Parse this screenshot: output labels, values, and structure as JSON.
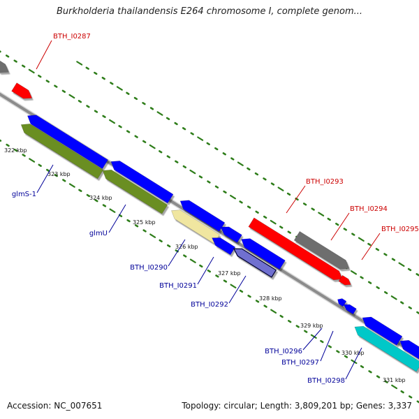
{
  "title": "Burkholderia thailandensis E264 chromosome I, complete genom...",
  "footer": {
    "accession": "Accession: NC_007651",
    "topology": "Topology: circular; Length: 3,809,201 bp; Genes: 3,337"
  },
  "colors": {
    "backbone": "#8c8c8c",
    "tick": "#2e7d1a",
    "forward_gene": "#ff0000",
    "forward_pseudo": "#6e6e6e",
    "reverse_gene": "#0000ff",
    "operon": "#6b8e23",
    "pale": "#f0e6a0",
    "rrna": "#00c8c8",
    "lavender": "#7070d0",
    "label_red": "#cc0000",
    "label_blue": "#000099"
  },
  "scale_labels": [
    "322 kbp",
    "323 kbp",
    "324 kbp",
    "325 kbp",
    "326 kbp",
    "327 kbp",
    "328 kbp",
    "329 kbp",
    "330 kbp",
    "331 kbp"
  ],
  "gene_labels": [
    {
      "id": "BTH_I0287",
      "strand": "forward"
    },
    {
      "id": "BTH_I0293",
      "strand": "forward"
    },
    {
      "id": "BTH_I0294",
      "strand": "forward"
    },
    {
      "id": "BTH_I0295",
      "strand": "forward"
    },
    {
      "id": "glmS-1",
      "strand": "reverse"
    },
    {
      "id": "glmU",
      "strand": "reverse"
    },
    {
      "id": "BTH_I0290",
      "strand": "reverse"
    },
    {
      "id": "BTH_I0291",
      "strand": "reverse"
    },
    {
      "id": "BTH_I0292",
      "strand": "reverse"
    },
    {
      "id": "BTH_I0296",
      "strand": "reverse"
    },
    {
      "id": "BTH_I0297",
      "strand": "reverse"
    },
    {
      "id": "BTH_I0298",
      "strand": "reverse"
    }
  ]
}
